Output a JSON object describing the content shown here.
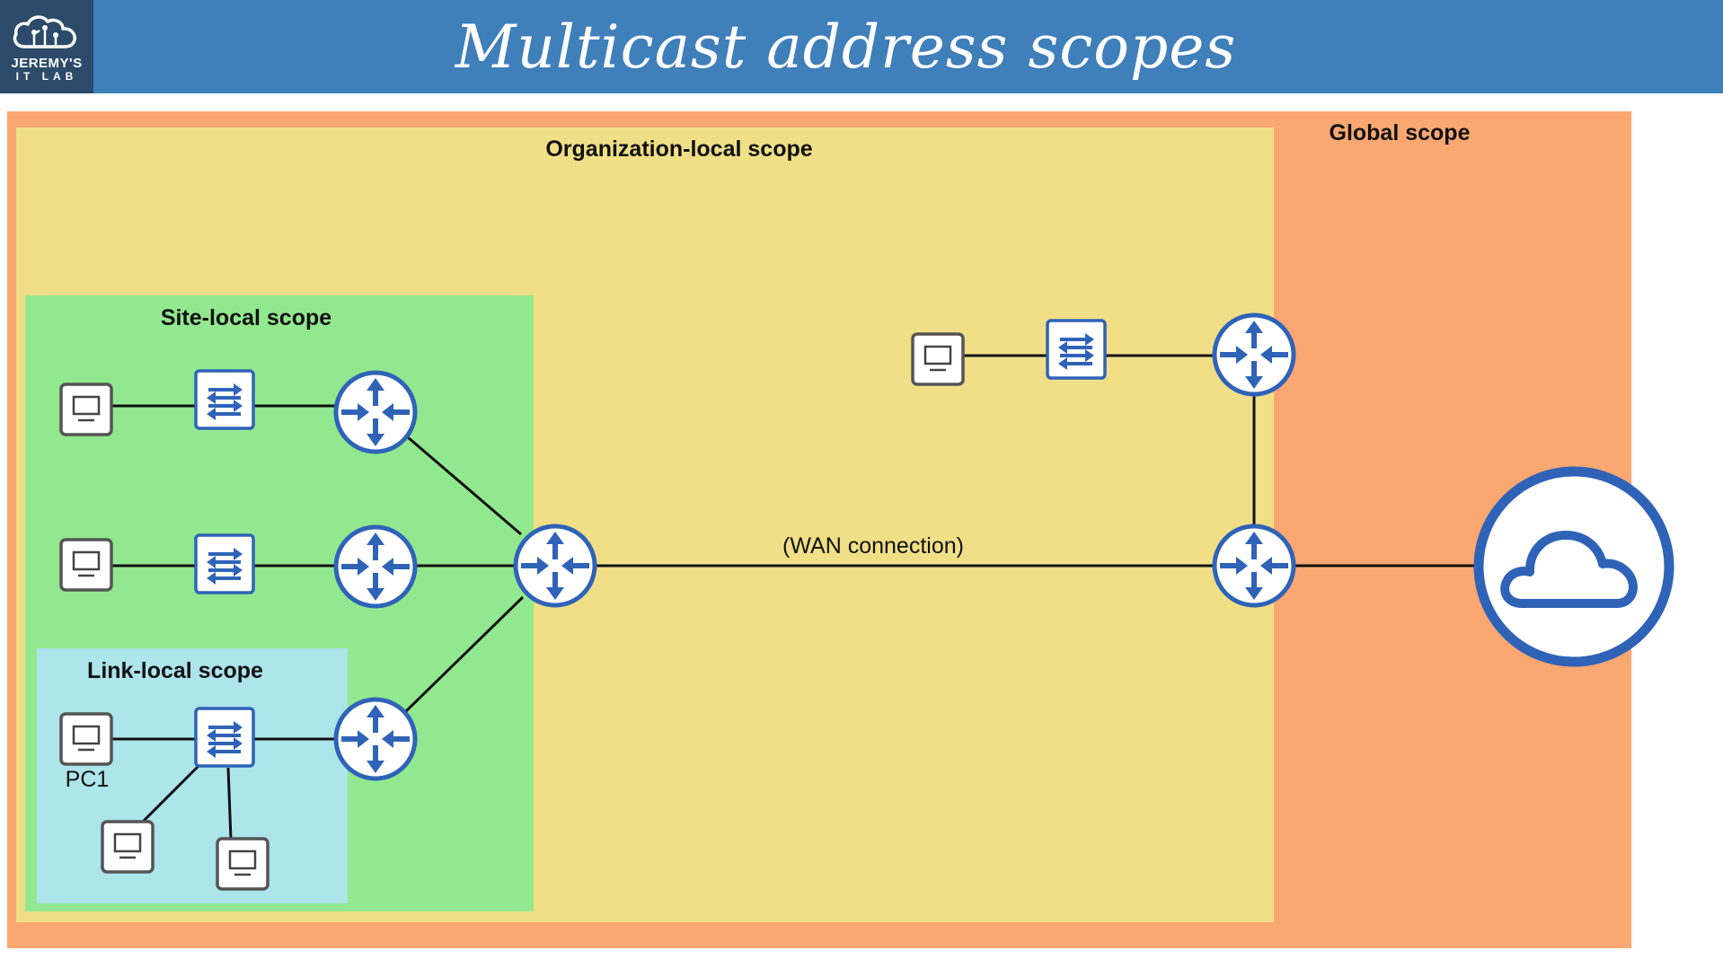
{
  "header": {
    "title": "Multicast address scopes",
    "background_color": "#3f7fba"
  },
  "logo": {
    "line1": "JEREMY'S",
    "line2": "IT LAB",
    "background_color": "#2c4a6a"
  },
  "scopes": {
    "global": {
      "label": "Global scope",
      "color": "#fba772"
    },
    "organization_local": {
      "label": "Organization-local scope",
      "color": "#f0df86"
    },
    "site_local": {
      "label": "Site-local scope",
      "color": "#92e88e"
    },
    "link_local": {
      "label": "Link-local scope",
      "color": "#ace5ea"
    }
  },
  "labels": {
    "wan": "(WAN connection)",
    "pc1": "PC1"
  },
  "colors": {
    "device_blue": "#2f63b8",
    "link_line": "#111111"
  },
  "devices": {
    "pcs": [
      "pc-site-1",
      "pc-site-2",
      "pc1",
      "pc-link-2",
      "pc-link-3",
      "pc-remote"
    ],
    "switches": [
      "switch-site-1",
      "switch-site-2",
      "switch-link",
      "switch-remote"
    ],
    "routers": [
      "router-site-1",
      "router-site-2",
      "router-link",
      "router-core",
      "router-remote-top",
      "router-remote-edge"
    ],
    "clouds": [
      "internet-cloud"
    ]
  }
}
